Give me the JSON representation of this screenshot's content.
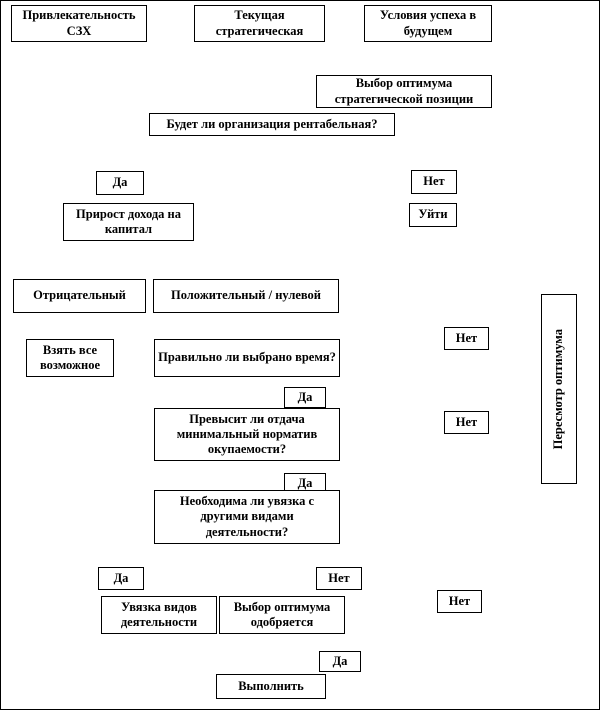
{
  "diagram": {
    "kind": "flowchart",
    "language": "ru",
    "nodes": {
      "szh_attractiveness": "Привлекательность СЗХ",
      "current_strategic": "Текущая стратегическая",
      "future_success": "Условия успеха в будущем",
      "optimum_choice": "Выбор оптимума стратегической позиции",
      "profitable_question": "Будет ли организация рентабельная?",
      "yes_1": "Да",
      "no_1": "Нет",
      "capital_income_growth": "Прирост дохода на капитал",
      "leave": "Уйти",
      "negative": "Отрицательный",
      "positive_zero": "Положительный / нулевой",
      "optimum_review": "Пересмотр оптимума",
      "take_all_possible": "Взять все возможное",
      "timing_question": "Правильно ли выбрано время?",
      "no_2": "Нет",
      "yes_2": "Да",
      "payback_question": "Превысит ли отдача минимальный норматив окупаемости?",
      "no_3": "Нет",
      "yes_3": "Да",
      "linkage_question": "Необходима ли увязка с другими видами деятельности?",
      "yes_4": "Да",
      "no_4": "Нет",
      "activity_linkage": "Увязка видов деятельности",
      "optimum_approved": "Выбор оптимума одобряется",
      "no_5": "Нет",
      "yes_5": "Да",
      "execute": "Выполнить"
    },
    "colors": {
      "border": "#000000",
      "background": "#ffffff",
      "text": "#000000"
    }
  }
}
